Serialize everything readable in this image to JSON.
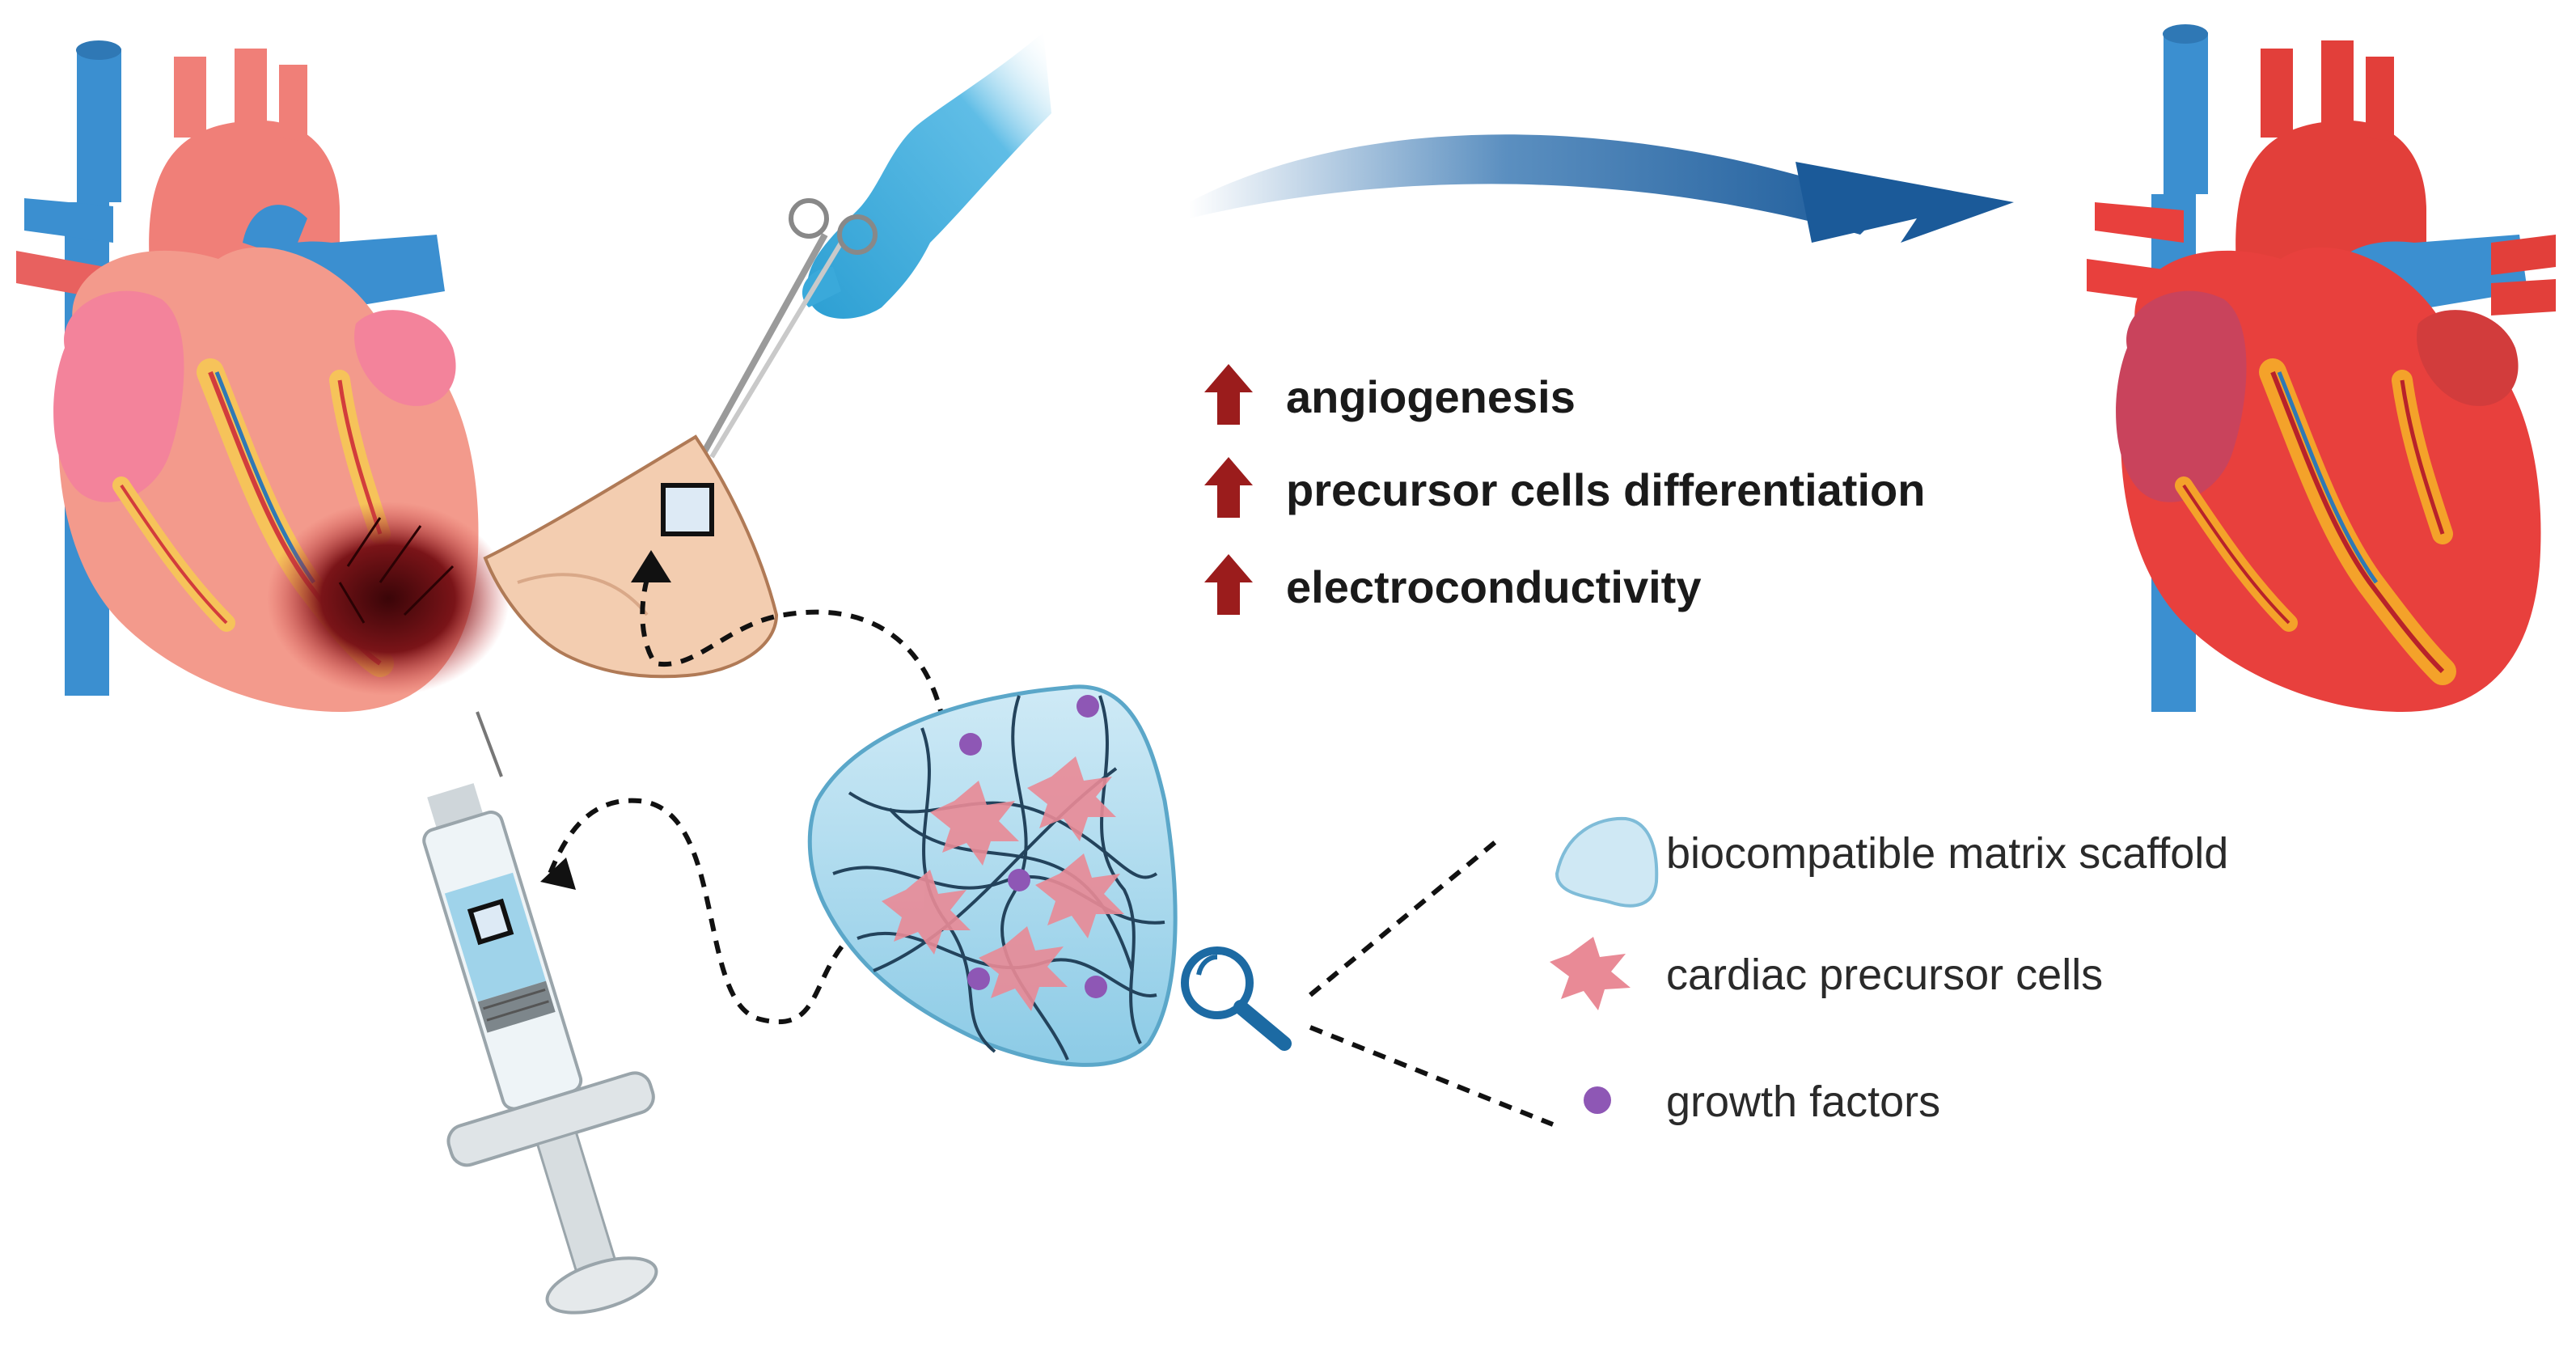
{
  "outcomes": [
    {
      "label": "angiogenesis",
      "icon": "up-arrow-icon"
    },
    {
      "label": "precursor cells differentiation",
      "icon": "up-arrow-icon"
    },
    {
      "label": "electroconductivity",
      "icon": "up-arrow-icon"
    }
  ],
  "legend": [
    {
      "label": "biocompatible matrix scaffold",
      "icon": "scaffold-icon"
    },
    {
      "label": "cardiac precursor cells",
      "icon": "precursor-cell-icon"
    },
    {
      "label": "growth factors",
      "icon": "growth-factor-dot-icon"
    }
  ],
  "colors": {
    "up_arrow": "#9b1c1c",
    "transition_arrow": "#1f5f9e",
    "scaffold": "#a9d6ea",
    "precursor_cell": "#e98a96",
    "growth_factor": "#8e57b5",
    "infarct": "#6a0f12",
    "healthy_heart": "#e8403d",
    "damaged_heart": "#f39a8c",
    "glove": "#3aa9da",
    "patch": "#f3cdb0"
  }
}
